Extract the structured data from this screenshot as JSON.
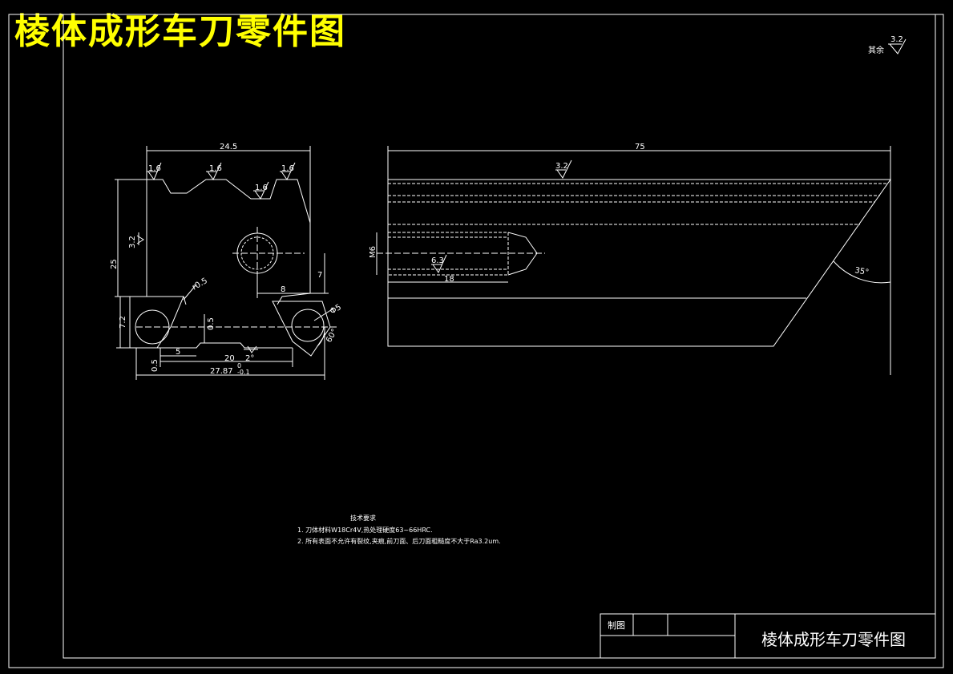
{
  "title": "棱体成形车刀零件图",
  "roughness_note": {
    "label": "其余",
    "value": "3.2"
  },
  "front_view": {
    "width_top": "24.5",
    "height": "25",
    "roughness_top": [
      "1.6",
      "1.6",
      "1.6"
    ],
    "roughness_left": "3.2",
    "hole_offset_x": "8",
    "hole_offset_y": "7",
    "radius": "r0.5",
    "left_height": "7.2",
    "groove_depth": "0.5",
    "dim_5": "5",
    "dim_20": "20",
    "angle_2": "2°",
    "dim_0_5": "0.5",
    "base_width": "27.87",
    "base_tol_upper": "0",
    "base_tol_lower": "-0.1",
    "pin_dia": "Φ5",
    "dovetail_angle": "60°"
  },
  "side_view": {
    "length": "75",
    "roughness": "3.2",
    "thread": "M6",
    "thread_roughness": "6.3",
    "thread_depth": "18",
    "angle": "35°"
  },
  "tech_requirements": {
    "heading": "技术要求",
    "items": [
      "1. 刀体材料W18Cr4V,热处理硬度63~66HRC.",
      "2. 所有表面不允许有裂纹,夹痕,前刀面、后刀面粗糙度不大于Ra3.2um."
    ]
  },
  "title_block": {
    "drawn_label": "制图",
    "name": "棱体成形车刀零件图"
  },
  "colors": {
    "title": "#ffff00",
    "line": "#ffffff",
    "background": "#000000"
  }
}
